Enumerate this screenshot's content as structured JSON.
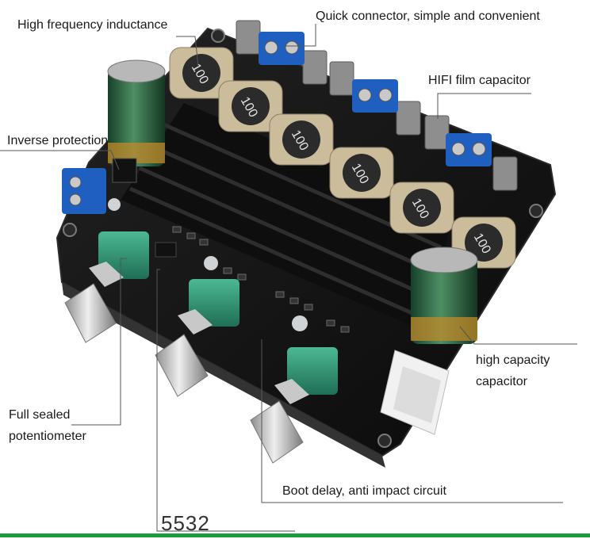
{
  "labels": {
    "high_frequency_inductance": "High frequency inductance",
    "quick_connector": "Quick connector, simple and convenient",
    "hifi_film_capacitor": "HIFI film capacitor",
    "inverse_protection": "Inverse protection",
    "high_capacity_capacitor_line1": "high capacity",
    "high_capacity_capacitor_line2": "capacitor",
    "full_sealed_line1": "Full sealed",
    "full_sealed_line2": "potentiometer",
    "boot_delay": "Boot delay, anti impact circuit",
    "chip_5532": "5532"
  },
  "inductor_marking": "100",
  "colors": {
    "board": "#141414",
    "terminal": "#1f5fbf",
    "potentiometer": "#2f9a78",
    "capacitor": "#2e6b45",
    "bottom_rule": "#1e9b3c"
  }
}
